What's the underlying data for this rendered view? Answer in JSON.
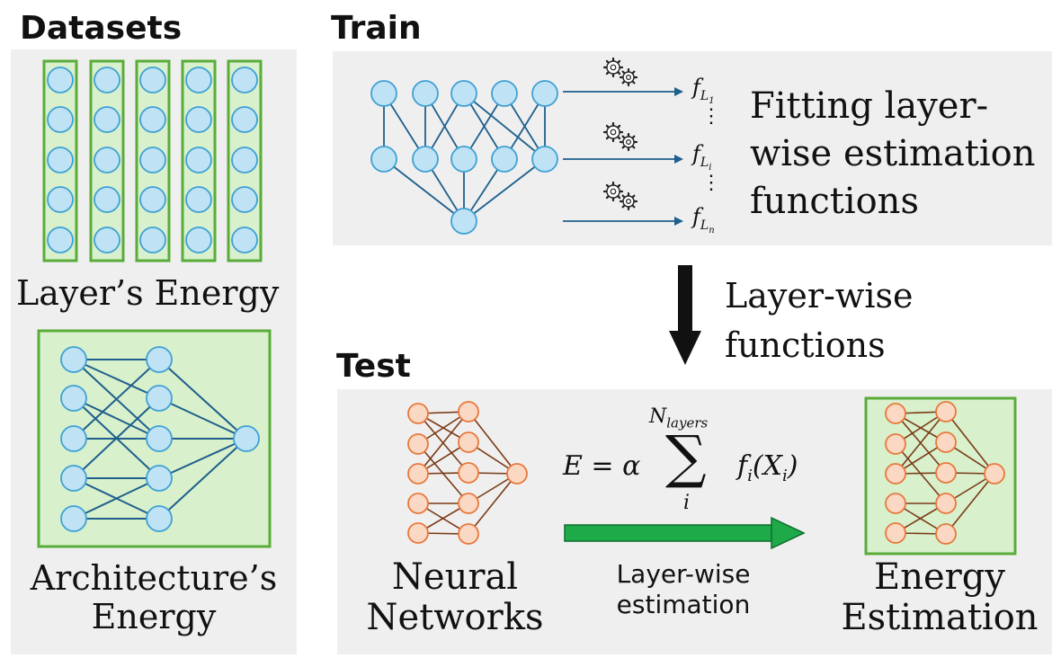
{
  "colors": {
    "panel": "#efefef",
    "green_border": "#5aac3a",
    "green_fill": "#d8f0cc",
    "blue_node_fill": "#bfe2f4",
    "blue_node_stroke": "#3fa1d4",
    "blue_edge": "#1e5f8c",
    "orange_node_fill": "#fbd8c4",
    "orange_node_stroke": "#e8773a",
    "orange_edge": "#7a3a16",
    "train_arrow": "#1e5f8c",
    "pipeline_arrow": "#111111",
    "test_arrow_fill": "#1faa4a"
  },
  "datasets": {
    "heading": "Datasets",
    "layer_caption": "Layer’s Energy",
    "arch_caption_line1": "Architecture’s",
    "arch_caption_line2": "Energy"
  },
  "train": {
    "heading": "Train",
    "description_lines": [
      "Fitting layer-",
      "wise estimation",
      "functions"
    ],
    "gear_icon": "gears-icon",
    "functions": [
      {
        "base": "f",
        "sub": "L",
        "subsub": "1"
      },
      {
        "base": "f",
        "sub": "L",
        "subsub": "i"
      },
      {
        "base": "f",
        "sub": "L",
        "subsub": "n"
      }
    ],
    "dots": "⋮"
  },
  "pipeline": {
    "label_line1": "Layer-wise",
    "label_line2": "functions"
  },
  "test": {
    "heading": "Test",
    "input_caption_line1": "Neural",
    "input_caption_line2": "Networks",
    "output_caption_line1": "Energy",
    "output_caption_line2": "Estimation",
    "arrow_label_line1": "Layer-wise",
    "arrow_label_line2": "estimation",
    "formula": {
      "lhs": "E = α",
      "sum_symbol": "∑",
      "upper_base": "N",
      "upper_sub": "layers",
      "lower": "i",
      "term_f": "f",
      "term_f_sub": "i",
      "term_arg_open": "(X",
      "term_arg_sub": "i",
      "term_arg_close": ")"
    }
  }
}
